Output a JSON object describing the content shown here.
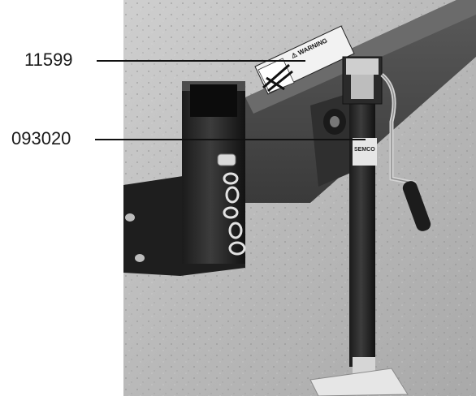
{
  "callouts": [
    {
      "label": "11599"
    },
    {
      "label": "093020"
    }
  ],
  "decal": {
    "warning_text": "⚠ WARNING"
  },
  "jack_brand": "SEMCO"
}
